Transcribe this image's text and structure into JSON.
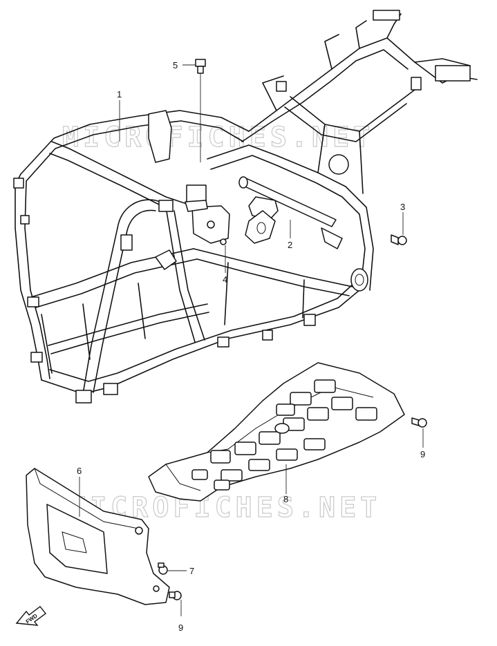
{
  "watermark": "MICROFICHES.NET",
  "fwd_label": "FWD",
  "callouts": [
    {
      "id": "frame",
      "label": "1"
    },
    {
      "id": "shaft",
      "label": "2"
    },
    {
      "id": "bolt-right",
      "label": "3"
    },
    {
      "id": "bracket",
      "label": "4"
    },
    {
      "id": "bolt-top",
      "label": "5"
    },
    {
      "id": "front-guard",
      "label": "6"
    },
    {
      "id": "guard-bolt",
      "label": "7"
    },
    {
      "id": "skid-plate",
      "label": "8"
    },
    {
      "id": "skid-bolt",
      "label": "9"
    },
    {
      "id": "guard-bolt-lower",
      "label": "9"
    }
  ]
}
